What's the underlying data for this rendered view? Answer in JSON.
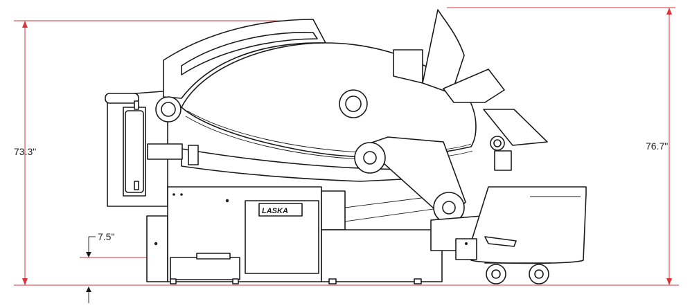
{
  "dimensions": {
    "left_height": "73.3\"",
    "right_height": "76.7\"",
    "clearance": "7.5\""
  },
  "machine": {
    "brand_label": "LASKA"
  },
  "colors": {
    "dimension_line": "#d9323a",
    "ink": "#1a1a1a",
    "background": "#ffffff"
  }
}
